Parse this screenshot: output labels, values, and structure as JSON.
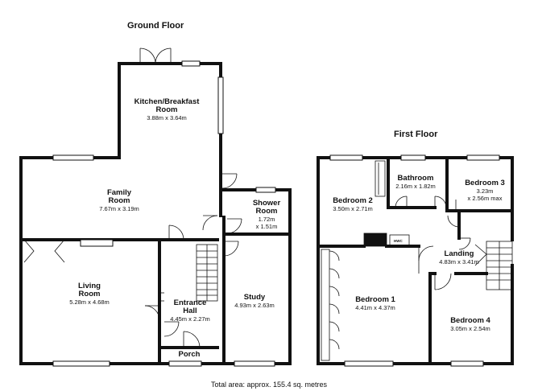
{
  "ground_floor": {
    "title": "Ground Floor",
    "rooms": [
      {
        "name": "Kitchen/Breakfast",
        "name2": "Room",
        "dims": "3.88m x 3.64m"
      },
      {
        "name": "Family",
        "name2": "Room",
        "dims": "7.67m x 3.19m"
      },
      {
        "name": "Shower",
        "name2": "Room",
        "dims": "1.72m",
        "dims2": "x 1.51m"
      },
      {
        "name": "Living",
        "name2": "Room",
        "dims": "5.28m x 4.68m"
      },
      {
        "name": "Entrance",
        "name2": "Hall",
        "dims": "4.45m x 2.27m"
      },
      {
        "name": "Study",
        "dims": "4.93m x 2.63m"
      },
      {
        "name": "Porch"
      }
    ]
  },
  "first_floor": {
    "title": "First Floor",
    "rooms": [
      {
        "name": "Bathroom",
        "dims": "2.16m x 1.82m"
      },
      {
        "name": "Bedroom 3",
        "dims": "3.23m",
        "dims2": "x 2.56m max"
      },
      {
        "name": "Bedroom 2",
        "dims": "3.50m x 2.71m"
      },
      {
        "name": "Landing",
        "dims": "4.83m x 3.41m"
      },
      {
        "name": "Bedroom 1",
        "dims": "4.41m x 4.37m"
      },
      {
        "name": "Bedroom 4",
        "dims": "3.05m x 2.54m"
      }
    ],
    "hwc_label": "HWC"
  },
  "footer": {
    "total_area": "Total area: approx. 155.4 sq. metres"
  }
}
